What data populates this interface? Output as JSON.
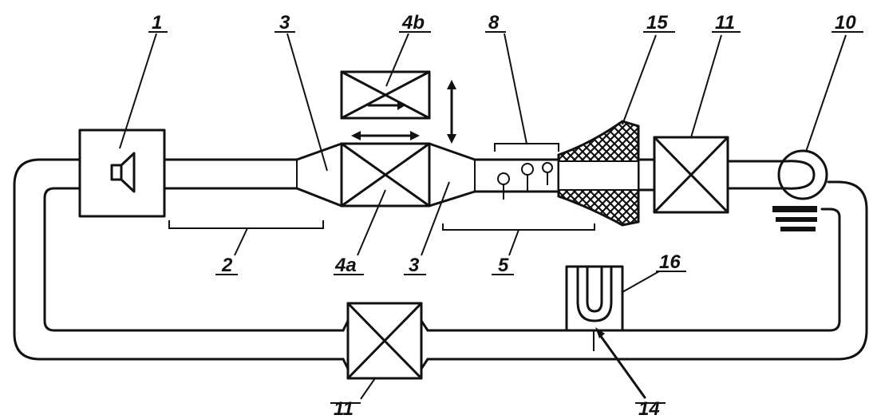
{
  "labels": {
    "l1": "1",
    "l2": "2",
    "l3a": "3",
    "l3b": "3",
    "l4a": "4a",
    "l4b": "4b",
    "l5": "5",
    "l8": "8",
    "l10": "10",
    "l11a": "11",
    "l11b": "11",
    "l14": "14",
    "l15": "15",
    "l16": "16"
  },
  "components": {
    "loudspeaker": "loudspeaker-icon",
    "filter": "x-box-icon",
    "fan": "fan-icon",
    "manometer": "u-tube-manometer-icon",
    "microphones": "microphone-icon"
  }
}
